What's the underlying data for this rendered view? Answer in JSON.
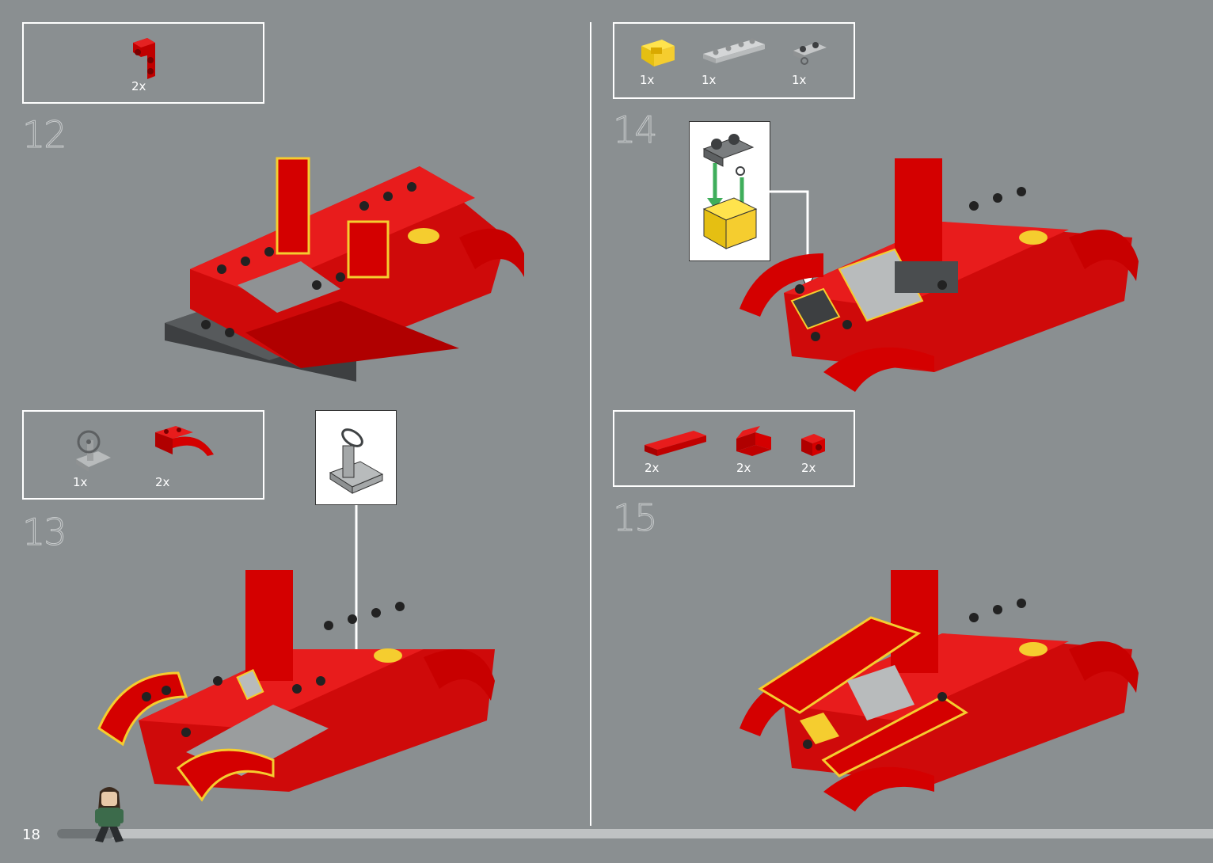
{
  "page_number": "18",
  "progress_fraction": 0.05,
  "colors": {
    "background": "#8a8f91",
    "brick_red": "#d40000",
    "highlight": "#f5cd2f",
    "dark_grey": "#4a4d4f",
    "light_grey": "#b9bcbd"
  },
  "steps": [
    {
      "number": "12",
      "parts": [
        {
          "icon": "red-bracket-piece-icon",
          "qty": "2x"
        }
      ]
    },
    {
      "number": "13",
      "parts": [
        {
          "icon": "steering-wheel-piece-icon",
          "qty": "1x"
        },
        {
          "icon": "red-mudguard-piece-icon",
          "qty": "2x"
        }
      ]
    },
    {
      "number": "14",
      "parts": [
        {
          "icon": "yellow-bracket-piece-icon",
          "qty": "1x"
        },
        {
          "icon": "grey-plate-1x4-icon",
          "qty": "1x"
        },
        {
          "icon": "grey-clip-plate-icon",
          "qty": "1x"
        }
      ]
    },
    {
      "number": "15",
      "parts": [
        {
          "icon": "red-tile-1x4-icon",
          "qty": "2x"
        },
        {
          "icon": "red-slope-piece-icon",
          "qty": "2x"
        },
        {
          "icon": "red-bracket-small-icon",
          "qty": "2x"
        }
      ]
    }
  ]
}
